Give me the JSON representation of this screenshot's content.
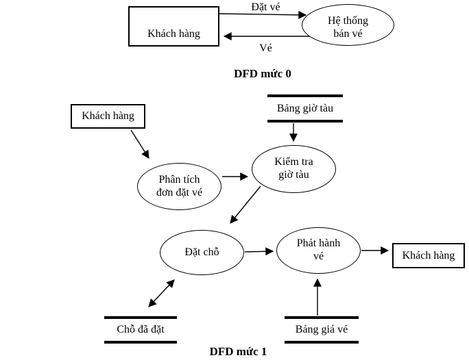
{
  "level0": {
    "caption": "DFD mức 0",
    "customer": "Khách hàng",
    "system": {
      "line1": "Hệ thống",
      "line2": "bán vé"
    },
    "flow_order": "Đặt vé",
    "flow_ticket": "Vé"
  },
  "level1": {
    "caption": "DFD mức 1",
    "customer_source": "Khách hàng",
    "customer_sink": "Khách hàng",
    "store_timetable": "Bảng giờ tàu",
    "store_booked_seats": "Chỗ đã đặt",
    "store_price_table": "Bảng giá vé",
    "proc_analyze": {
      "line1": "Phân tích",
      "line2": "đơn đặt vé"
    },
    "proc_check": {
      "line1": "Kiểm tra",
      "line2": "giờ tàu"
    },
    "proc_book": "Đặt chỗ",
    "proc_issue": {
      "line1": "Phát hành",
      "line2": "vé"
    }
  },
  "colors": {
    "ink": "#000000",
    "background": "#ffffff"
  }
}
